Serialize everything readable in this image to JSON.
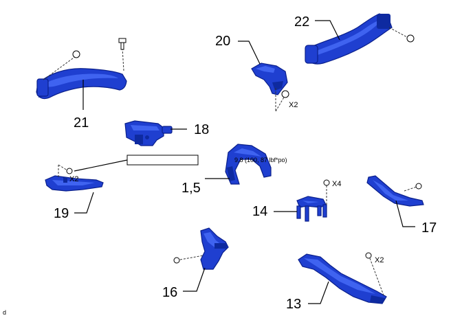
{
  "labels": {
    "p13": "13",
    "p14": "14",
    "p15": "1,5",
    "p16": "16",
    "p17": "17",
    "p18": "18",
    "p19": "19",
    "p20": "20",
    "p21": "21",
    "p22": "22"
  },
  "qty": {
    "x2_20": "X2",
    "x2_19": "X2",
    "x4_14": "X4",
    "x2_13": "X2"
  },
  "torque": "9,8 (100, 87 lbf*po)",
  "corner_mark": "d"
}
